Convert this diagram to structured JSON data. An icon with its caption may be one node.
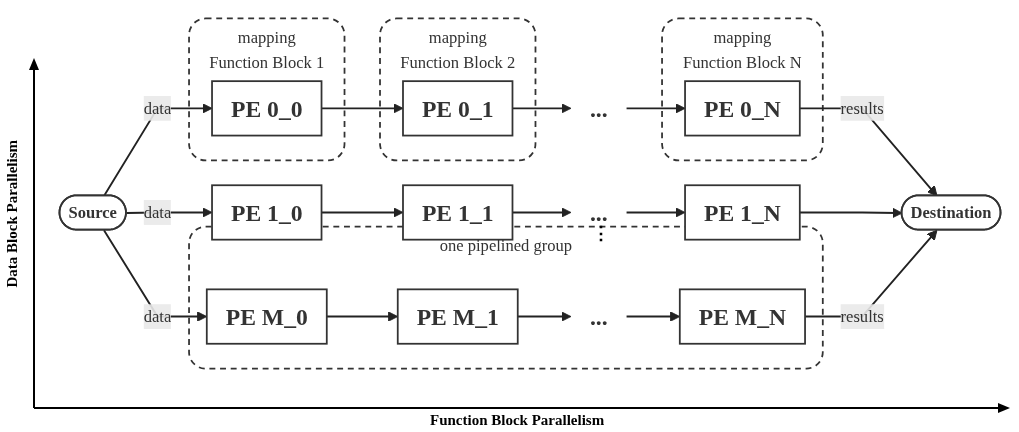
{
  "diagram": {
    "nodes": [
      {
        "text": [
          "Source"
        ]
      },
      {
        "text": [
          "mapping",
          "Function Block 1"
        ]
      },
      {
        "text": [
          "PE 0_0"
        ],
        "in": 1
      },
      {
        "text": [
          "mapping",
          "Function Block 2"
        ]
      },
      {
        "text": [
          "PE 0_1"
        ],
        "in": 3
      },
      {
        "text": [
          "mapping",
          "Function Block N"
        ]
      },
      {
        "text": [
          "PE 0_N"
        ],
        "in": 5
      },
      {
        "text": [
          "..."
        ]
      },
      {
        "text": [
          "PE 1_0"
        ]
      },
      {
        "text": [
          "PE 1_1"
        ]
      },
      {
        "text": [
          "..."
        ]
      },
      {
        "text": [
          "PE 1_N"
        ]
      },
      {
        "text": [
          "one pipelined group"
        ]
      },
      {
        "text": [
          "PE M_0"
        ],
        "in": 12
      },
      {
        "text": [
          "PE M_1"
        ],
        "in": 12
      },
      {
        "text": [
          "..."
        ],
        "in": 12
      },
      {
        "text": [
          "PE M_N"
        ],
        "in": 12
      },
      {
        "text": [
          "Destination"
        ]
      }
    ],
    "edges": [
      {
        "from": 0,
        "to": 2,
        "arrow": "to",
        "label": "data"
      },
      {
        "from": 0,
        "to": 8,
        "arrow": "to",
        "label": "data"
      },
      {
        "from": 0,
        "to": 13,
        "arrow": "to",
        "label": "data"
      },
      {
        "from": 2,
        "to": 4,
        "arrow": "to"
      },
      {
        "from": 4,
        "to": 7,
        "arrow": "to"
      },
      {
        "from": 7,
        "to": 6,
        "arrow": "to"
      },
      {
        "from": 8,
        "to": 9,
        "arrow": "to"
      },
      {
        "from": 9,
        "to": 10,
        "arrow": "to"
      },
      {
        "from": 10,
        "to": 11,
        "arrow": "to"
      },
      {
        "from": 13,
        "to": 14,
        "arrow": "to"
      },
      {
        "from": 14,
        "to": 15,
        "arrow": "to"
      },
      {
        "from": 15,
        "to": 16,
        "arrow": "to"
      },
      {
        "from": 6,
        "to": 17,
        "arrow": "to",
        "label": "results"
      },
      {
        "from": 11,
        "to": 17,
        "arrow": "to"
      },
      {
        "from": 16,
        "to": 17,
        "arrow": "to",
        "label": "results"
      }
    ],
    "labels": [
      "Data Block Parallelism",
      "⋮",
      "Function Block Parallelism"
    ]
  }
}
